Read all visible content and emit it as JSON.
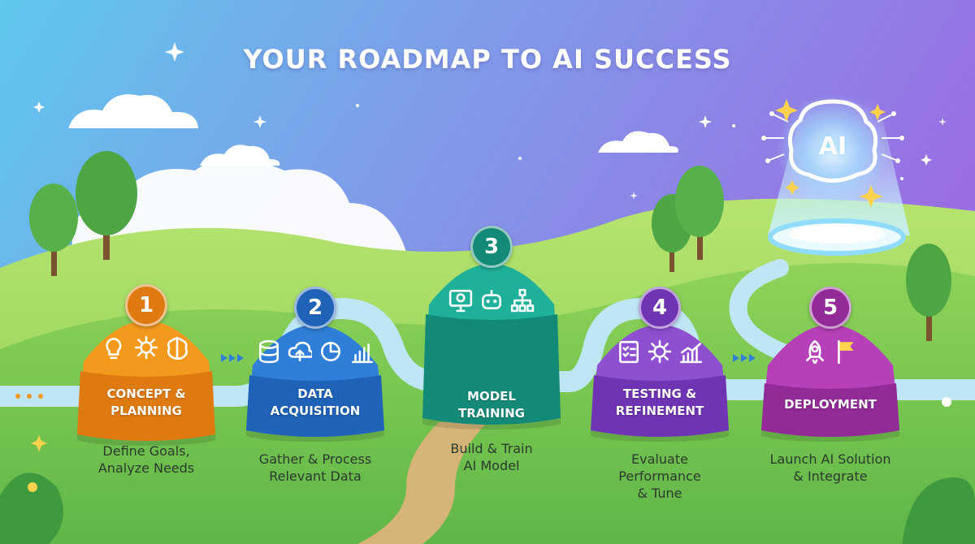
{
  "title": "YOUR ROADMAP TO AI SUCCESS",
  "ai_badge": "AI",
  "colors": {
    "sky_top": "#5ec8ee",
    "sky_bottom": "#9a6de3",
    "grass": "#7fcf55",
    "path": "#d6b478",
    "stream": "#bfe6f5"
  },
  "steps": [
    {
      "number": "1",
      "label_lines": [
        "CONCEPT &",
        "PLANNING"
      ],
      "desc_lines": [
        "Define Goals,",
        "Analyze Needs"
      ],
      "color": "#f39a1e",
      "color_dark": "#de7a10",
      "icons": [
        "lightbulb-icon",
        "gears-icon",
        "brain-icon"
      ]
    },
    {
      "number": "2",
      "label_lines": [
        "DATA",
        "ACQUISITION"
      ],
      "desc_lines": [
        "Gather & Process",
        "Relevant Data"
      ],
      "color": "#2f7fd8",
      "color_dark": "#1f62b8",
      "icons": [
        "database-icon",
        "cloud-upload-icon",
        "pie-chart-icon",
        "bar-chart-icon"
      ]
    },
    {
      "number": "3",
      "label_lines": [
        "MODEL",
        "TRAINING"
      ],
      "desc_lines": [
        "Build & Train",
        "AI Model"
      ],
      "color": "#1fb09a",
      "color_dark": "#138a78",
      "icons": [
        "monitor-icon",
        "robot-icon",
        "network-icon"
      ]
    },
    {
      "number": "4",
      "label_lines": [
        "TESTING &",
        "REFINEMENT"
      ],
      "desc_lines": [
        "Evaluate",
        "Performance",
        "& Tune"
      ],
      "color": "#8e4fd1",
      "color_dark": "#6f34b3",
      "icons": [
        "checklist-icon",
        "gears-icon",
        "trend-chart-icon"
      ]
    },
    {
      "number": "5",
      "label_lines": [
        "DEPLOYMENT"
      ],
      "desc_lines": [
        "Launch AI Solution",
        "& Integrate"
      ],
      "color": "#b640b8",
      "color_dark": "#922a98",
      "icons": [
        "rocket-icon",
        "flag-icon"
      ]
    }
  ]
}
